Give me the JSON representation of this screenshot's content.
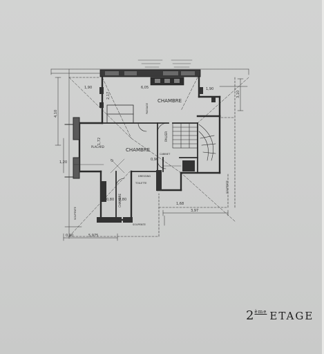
{
  "plan": {
    "floor_number": "2",
    "floor_suffix": "ème",
    "floor_word": "ETAGE",
    "rooms": {
      "chambre_top": "CHAMBRE",
      "chambre_mid": "CHAMBRE",
      "chambre_small": "CHAMBRE"
    },
    "labels": {
      "placard": "PLACARD",
      "palier": "PALIER",
      "cabinet": "CABINET",
      "passage": "PASSAGE",
      "dressing": "DRESSING",
      "toilette": "TOILETTE",
      "soupente": "SOUPENTE"
    },
    "dimensions": {
      "top_left": "1,90",
      "top_mid": "6,05",
      "top_right": "1,90",
      "left_height": "4,10",
      "right_height": "3,10",
      "bottom_mid": "3,97",
      "bottom_left": "5,975",
      "left_small": "0,90",
      "cham_w": "2,17",
      "stair_a": "1,72",
      "stair_b": "0,90",
      "small_w1": "0,80",
      "small_w2": "0,80",
      "dim_b1": "1,20",
      "dim_b2": "1,68"
    }
  }
}
